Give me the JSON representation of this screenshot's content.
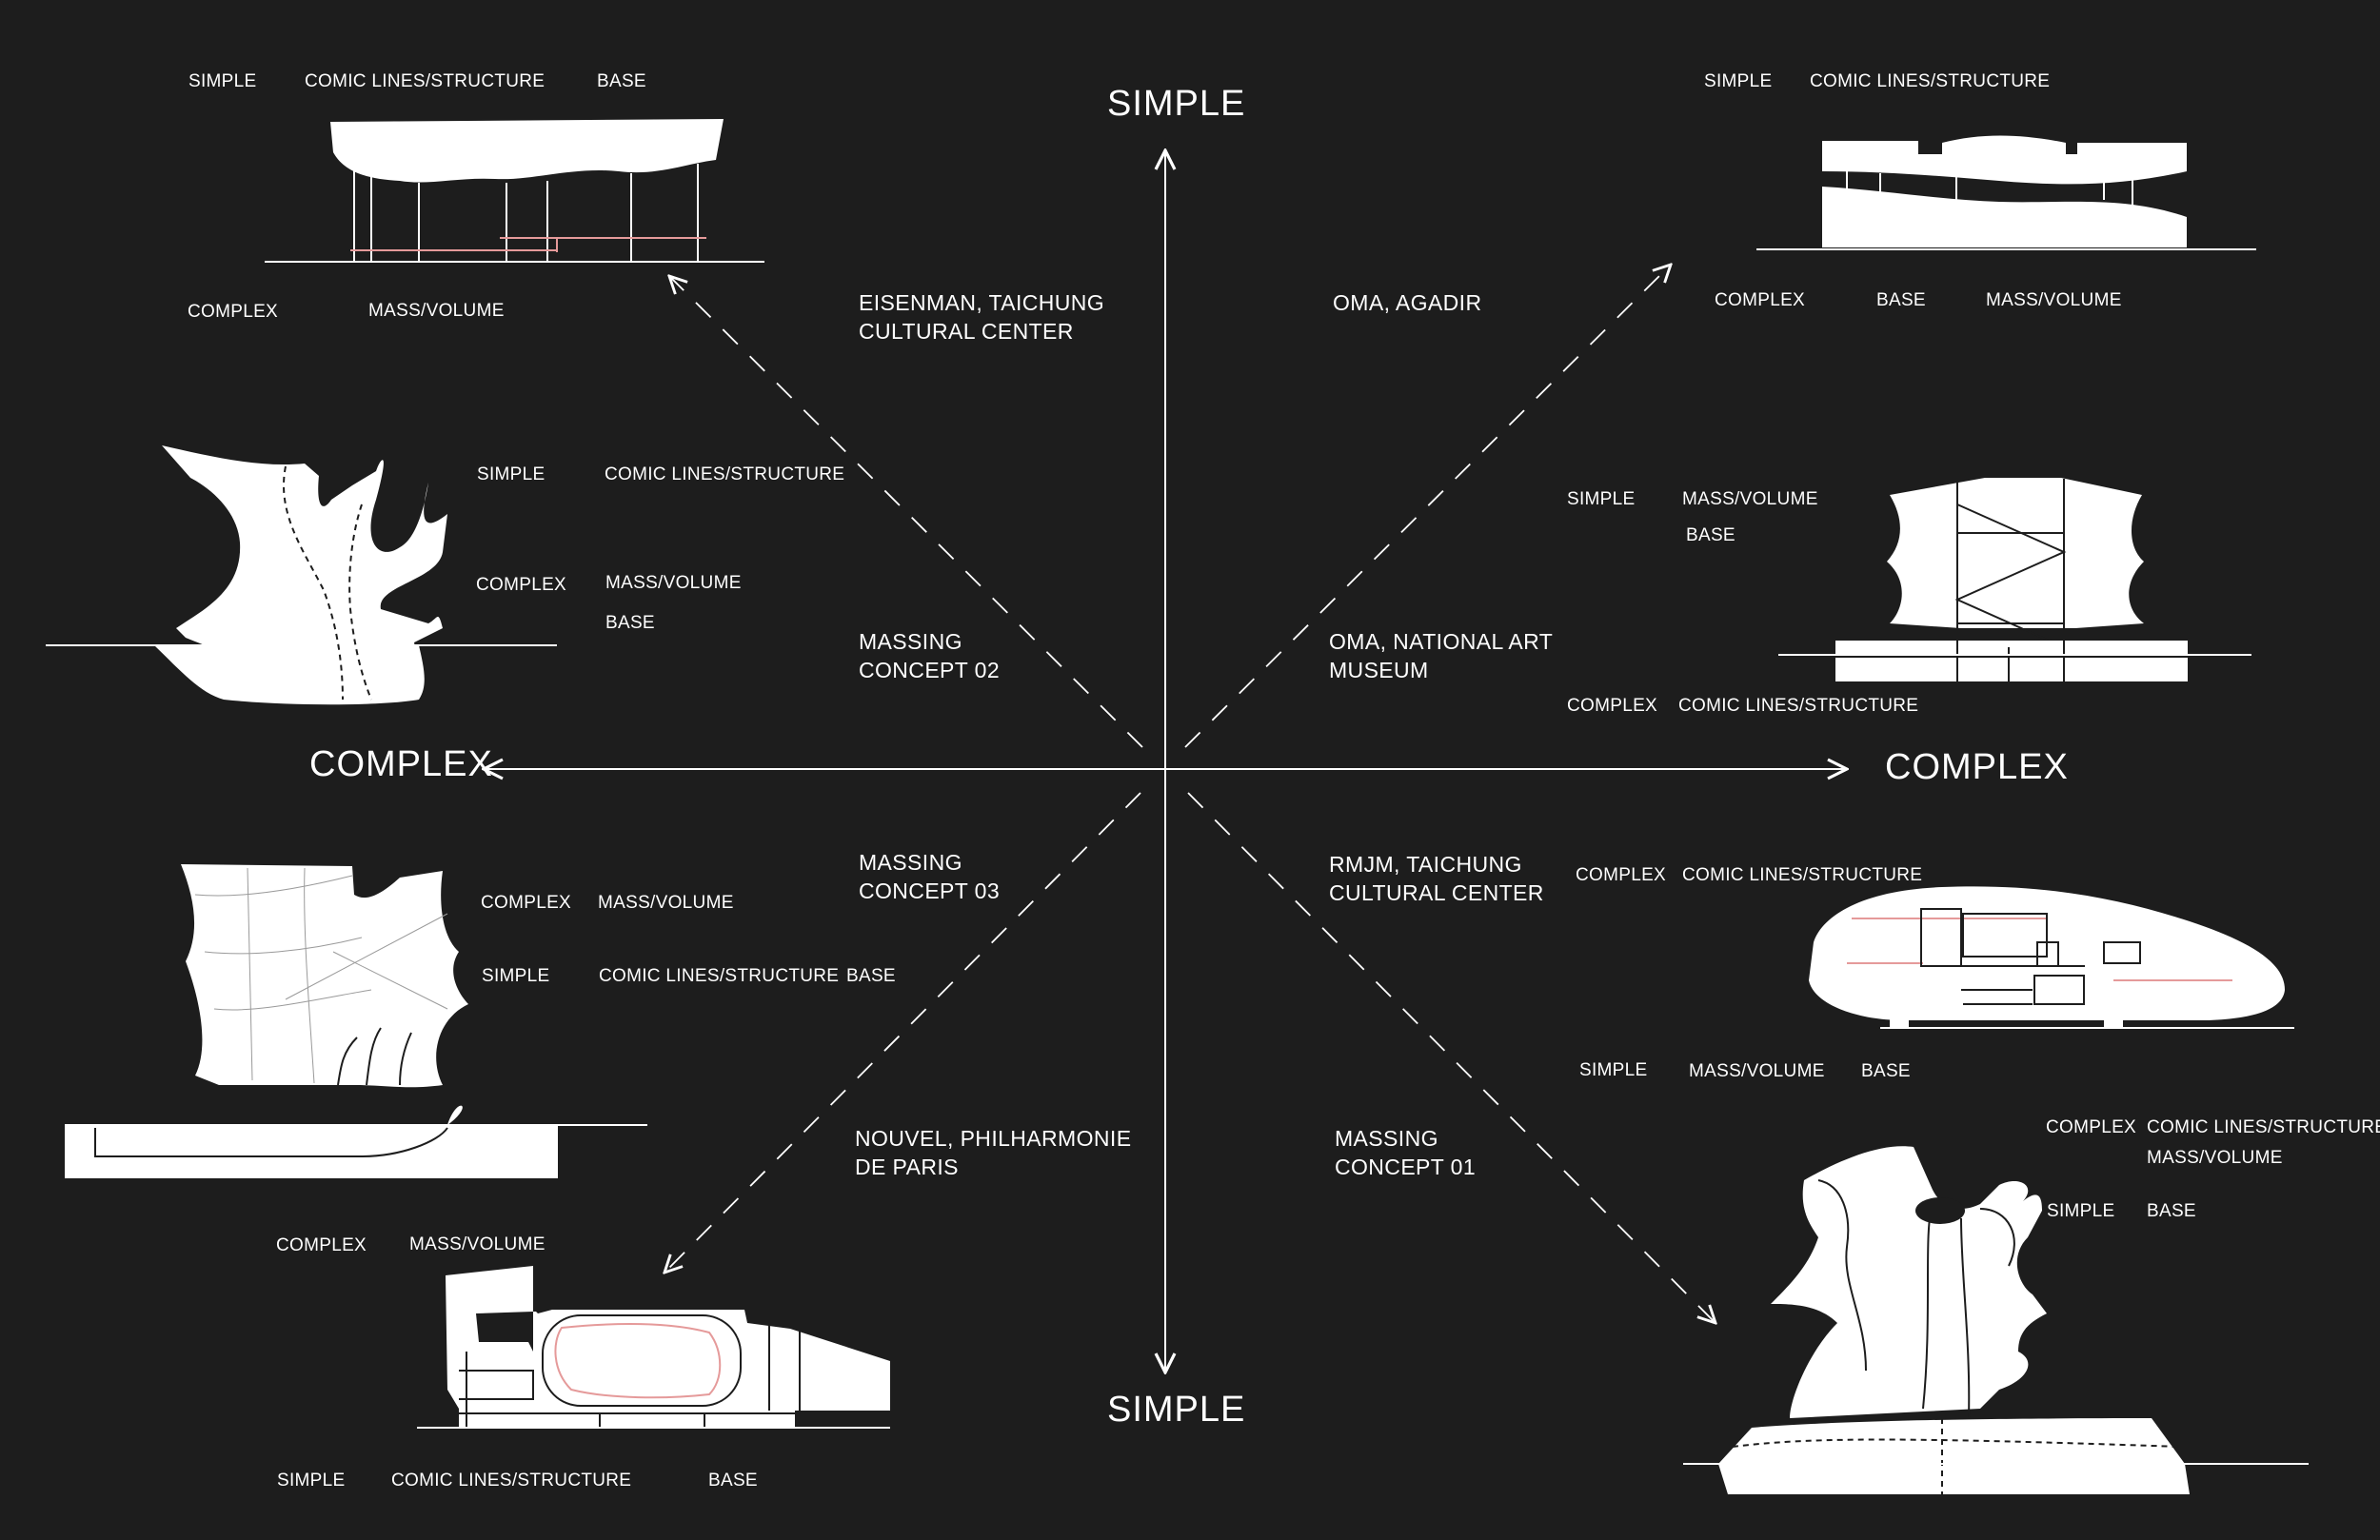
{
  "axes": {
    "top": "SIMPLE",
    "bottom": "SIMPLE",
    "left": "COMPLEX",
    "right": "COMPLEX"
  },
  "titles": {
    "eisenman": [
      "EISENMAN, TAICHUNG",
      "CULTURAL CENTER"
    ],
    "oma_agadir": [
      "OMA, AGADIR"
    ],
    "massing02": [
      "MASSING",
      "CONCEPT 02"
    ],
    "oma_national": [
      "OMA, NATIONAL ART",
      "MUSEUM"
    ],
    "massing03": [
      "MASSING",
      "CONCEPT 03"
    ],
    "rmjm": [
      "RMJM, TAICHUNG",
      "CULTURAL CENTER"
    ],
    "nouvel": [
      "NOUVEL, PHILHARMONIE",
      "DE PARIS"
    ],
    "massing01": [
      "MASSING",
      "CONCEPT 01"
    ]
  },
  "labels": {
    "eisenman": {
      "a": "SIMPLE",
      "b": "COMIC LINES/STRUCTURE",
      "c": "BASE",
      "d": "COMPLEX",
      "e": "MASS/VOLUME"
    },
    "oma_agadir": {
      "a": "SIMPLE",
      "b": "COMIC LINES/STRUCTURE",
      "c": "COMPLEX",
      "d": "BASE",
      "e": "MASS/VOLUME"
    },
    "massing02": {
      "a": "SIMPLE",
      "b": "COMIC LINES/STRUCTURE",
      "c": "COMPLEX",
      "d": "MASS/VOLUME",
      "e": "BASE"
    },
    "oma_national": {
      "a": "SIMPLE",
      "b": "MASS/VOLUME",
      "c": "BASE",
      "d": "COMPLEX",
      "e": "COMIC LINES/STRUCTURE"
    },
    "massing03": {
      "a": "COMPLEX",
      "b": "MASS/VOLUME",
      "c": "SIMPLE",
      "d": "COMIC LINES/STRUCTURE",
      "e": "BASE"
    },
    "rmjm": {
      "a": "COMPLEX",
      "b": "COMIC LINES/STRUCTURE",
      "c": "SIMPLE",
      "d": "MASS/VOLUME",
      "e": "BASE"
    },
    "nouvel": {
      "a": "COMPLEX",
      "b": "MASS/VOLUME",
      "c": "SIMPLE",
      "d": "COMIC LINES/STRUCTURE",
      "e": "BASE"
    },
    "massing01": {
      "a": "COMPLEX",
      "b": "COMIC LINES/STRUCTURE",
      "c": "MASS/VOLUME",
      "d": "SIMPLE",
      "e": "BASE"
    }
  },
  "colors": {
    "background": "#1d1d1d",
    "ink": "#ffffff",
    "accent": "#e59a9a"
  }
}
